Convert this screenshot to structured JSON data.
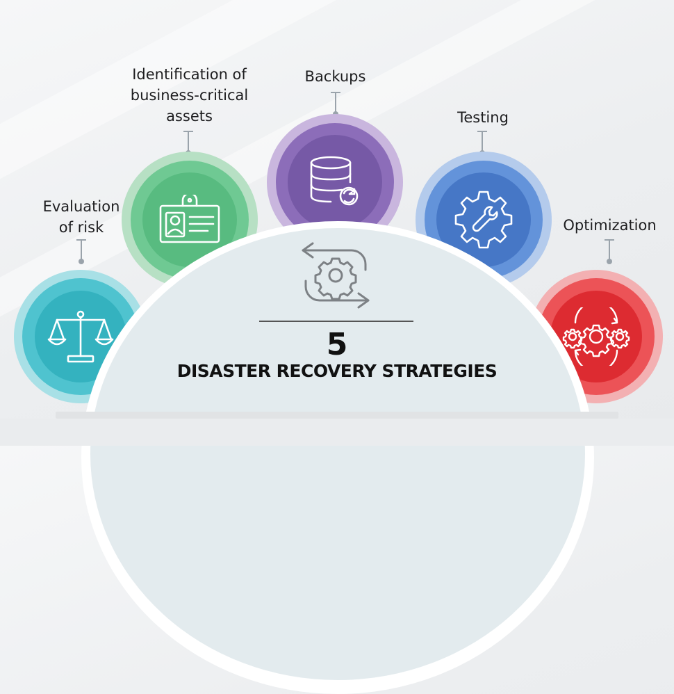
{
  "center": {
    "number": "5",
    "title": "DISASTER RECOVERY STRATEGIES"
  },
  "strategies": [
    {
      "label_lines": [
        "Evaluation",
        "of risk"
      ],
      "icon": "scales-icon",
      "color": "#36b7c4"
    },
    {
      "label_lines": [
        "Identification of",
        "business-critical",
        "assets"
      ],
      "icon": "id-card-icon",
      "color": "#5cbe82"
    },
    {
      "label_lines": [
        "Backups"
      ],
      "icon": "database-sync-icon",
      "color": "#7a5ea8"
    },
    {
      "label_lines": [
        "Testing"
      ],
      "icon": "gear-wrench-icon",
      "color": "#4a7fcc"
    },
    {
      "label_lines": [
        "Optimization"
      ],
      "icon": "gears-cycle-icon",
      "color": "#e2343a"
    }
  ],
  "center_icon": "gear-cycle-arrows-icon"
}
